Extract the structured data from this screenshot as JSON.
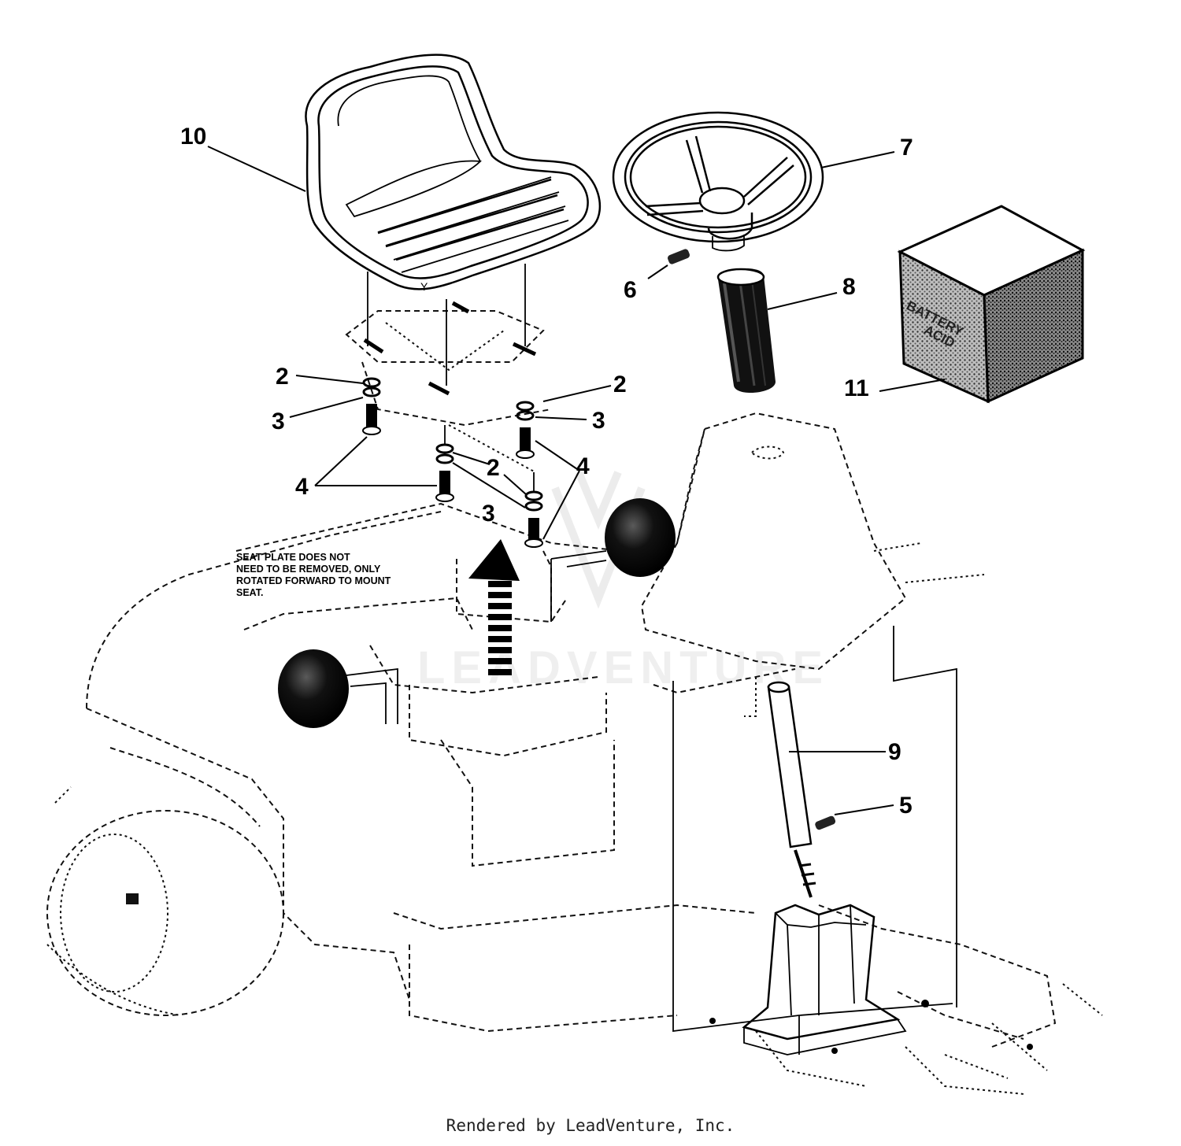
{
  "callouts": [
    {
      "id": "10",
      "label": "10"
    },
    {
      "id": "7",
      "label": "7"
    },
    {
      "id": "6",
      "label": "6"
    },
    {
      "id": "8",
      "label": "8"
    },
    {
      "id": "11",
      "label": "11"
    },
    {
      "id": "2a",
      "label": "2"
    },
    {
      "id": "3a",
      "label": "3"
    },
    {
      "id": "2b",
      "label": "2"
    },
    {
      "id": "3b",
      "label": "3"
    },
    {
      "id": "4a",
      "label": "4"
    },
    {
      "id": "2c",
      "label": "2"
    },
    {
      "id": "4b",
      "label": "4"
    },
    {
      "id": "3c",
      "label": "3"
    },
    {
      "id": "9",
      "label": "9"
    },
    {
      "id": "5",
      "label": "5"
    }
  ],
  "note": {
    "lines": [
      "SEAT PLATE DOES NOT",
      "NEED TO BE REMOVED, ONLY",
      "ROTATED FORWARD TO MOUNT",
      "SEAT."
    ]
  },
  "battery_text": {
    "line1": "BATTERY",
    "line2": "ACID"
  },
  "seat_mark": "Y",
  "watermark": "LEADVENTURE",
  "footer": "Rendered by LeadVenture, Inc."
}
